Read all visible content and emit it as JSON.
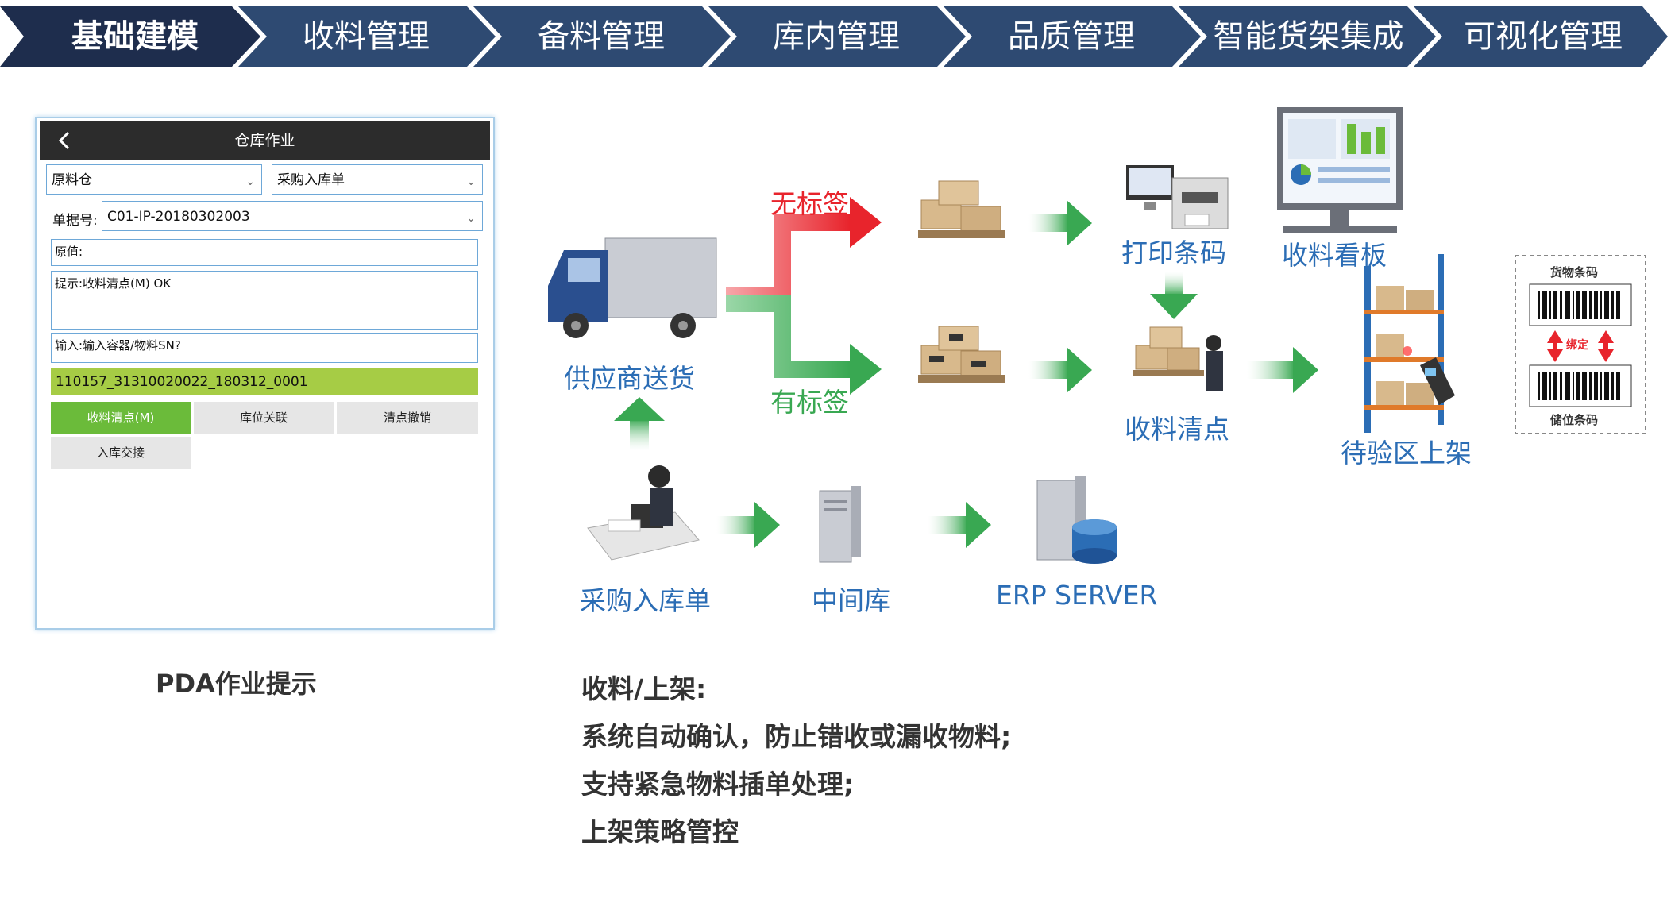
{
  "nav": {
    "steps": [
      "基础建模",
      "收料管理",
      "备料管理",
      "库内管理",
      "品质管理",
      "智能货架集成",
      "可视化管理"
    ],
    "active_index": 0,
    "colors": {
      "active": "#1e2d4d",
      "inactive": "#2e4a72",
      "divider": "#ffffff"
    }
  },
  "pda": {
    "title": "仓库作业",
    "back_icon": "chevron-left-icon",
    "warehouse_select": "原料仓",
    "doc_type_select": "采购入库单",
    "doc_no_label": "单据号:",
    "doc_no_value": "C01-IP-20180302003",
    "original_label": "原值:",
    "hint_text": "提示:收料清点(M) OK",
    "input_label": "输入:输入容器/物料SN?",
    "scan_value": "110157_31310020022_180312_0001",
    "buttons": [
      "收料清点(M)",
      "库位关联",
      "清点撤销",
      "入库交接"
    ],
    "active_button_color": "#6bbb3a",
    "scan_color": "#a6cc45"
  },
  "caption": "PDA作业提示",
  "flow": {
    "supplier": "供应商送货",
    "no_label": "无标签",
    "with_label": "有标签",
    "print_barcode": "打印条码",
    "receive_board": "收料看板",
    "receive_count": "收料清点",
    "pending_shelf": "待验区上架",
    "purchase_order": "采购入库单",
    "middle_db": "中间库",
    "erp_server": "ERP SERVER",
    "goods_barcode": "货物条码",
    "bind": "绑定",
    "location_barcode": "储位条码",
    "colors": {
      "label_text": "#2b6db5",
      "red": "#e8242c",
      "green": "#39a852"
    }
  },
  "description": {
    "title": "收料/上架:",
    "lines": [
      "系统自动确认，防止错收或漏收物料;",
      "支持紧急物料插单处理;",
      "上架策略管控"
    ]
  }
}
